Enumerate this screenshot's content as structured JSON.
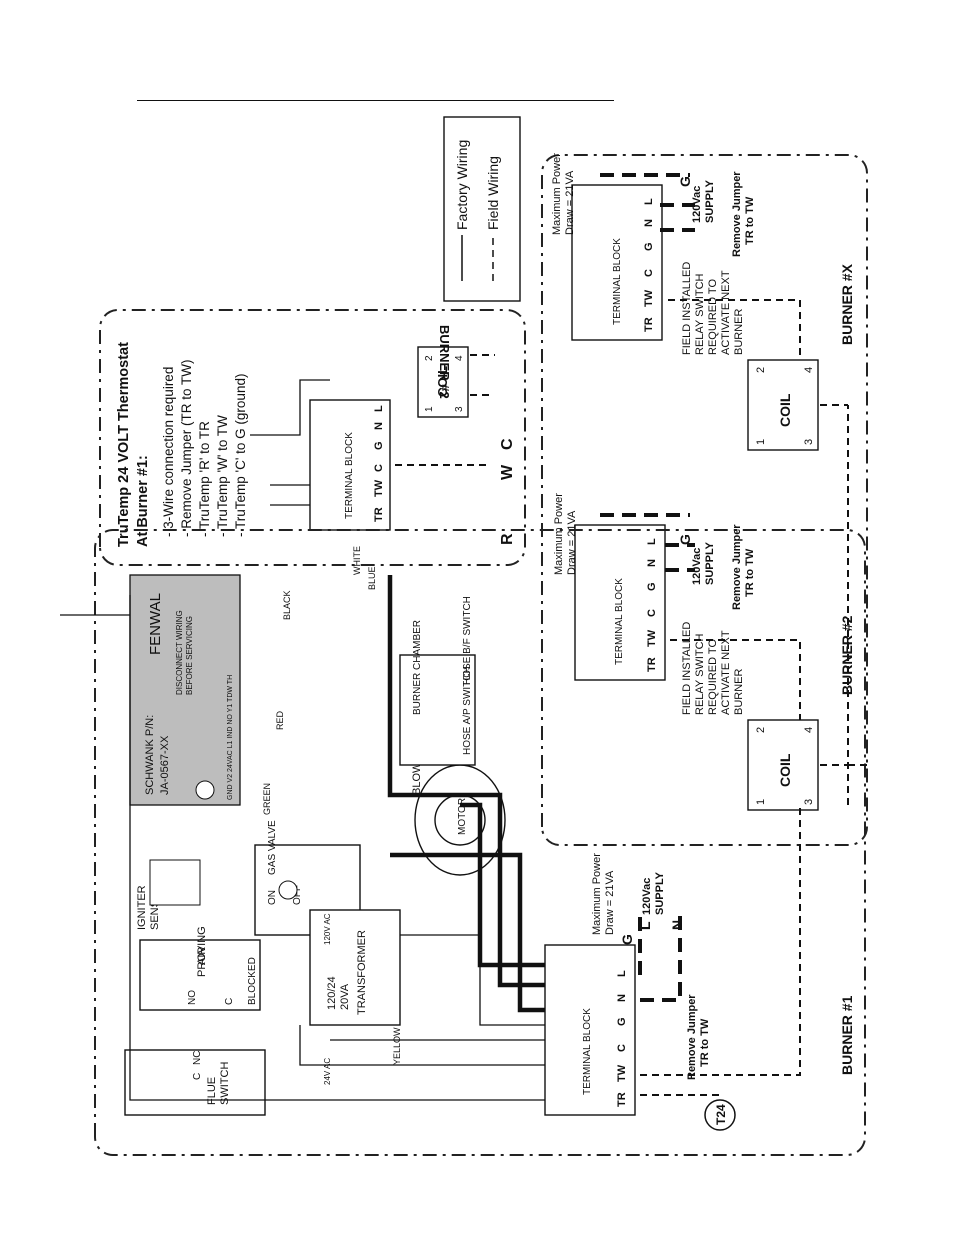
{
  "legend": {
    "factory": "Factory Wiring",
    "field": "Field Wiring"
  },
  "thermostat": {
    "title": "TruTemp 24 VOLT Thermostat",
    "at": "At Burner #1:",
    "lines": [
      "- 3-Wire connection required",
      "- Remove Jumper (TR to TW)",
      "- TruTemp 'R' to TR",
      "- TruTemp 'W' to TW",
      "- TruTemp 'C' to G (ground)"
    ],
    "r": "R",
    "w": "W",
    "c": "C",
    "burner2": "BURNER #2"
  },
  "terminal": {
    "label": "TERMINAL BLOCK",
    "tr": "TR",
    "tw": "TW",
    "c": "C",
    "g": "G",
    "n": "N",
    "l": "L"
  },
  "coil": {
    "label": "COIL",
    "t1": "1",
    "t2": "2",
    "t3": "3",
    "t4": "4"
  },
  "supply": {
    "max_power": "Maximum Power",
    "draw": "Draw = 21VA",
    "vac": "120Vac",
    "supply": "SUPPLY",
    "g": "G",
    "l": "L",
    "n": "N",
    "remove_jumper": "Remove Jumper",
    "tr_tw": "TR to TW"
  },
  "relay_note": [
    "FIELD INSTALLED",
    "RELAY SWITCH",
    "REQUIRED TO",
    "ACTIVATE NEXT",
    "BURNER"
  ],
  "burners": {
    "b1": "BURNER #1",
    "b2": "BURNER #2",
    "bx": "BURNER #X"
  },
  "burner1_parts": {
    "fenwal": "FENWAL",
    "disconnect": "DISCONNECT WIRING",
    "before": "BEFORE SERVICING",
    "schwank": "SCHWANK P/N:",
    "part_no": "JA-0567-XX",
    "pins": "GND V2 24VAC L1 IND NO Y1 TDW TH",
    "igniter": "IGNITER",
    "sensor": "SENSOR",
    "gas_valve": "GAS VALVE",
    "off": "OFF",
    "on": "ON",
    "transformer": "TRANSFORMER",
    "rating1": "120/24",
    "rating2": "20VA",
    "v120": "120V AC",
    "v24": "24V AC",
    "air": "AIR",
    "proving": "PROVING",
    "blocked": "BLOCKED",
    "flue": "FLUE",
    "switch": "SWITCH",
    "no": "NO",
    "nc": "NC",
    "c": "C",
    "blower": "BLOWER",
    "motor": "MOTOR",
    "burner_chamber": "BURNER CHAMBER",
    "hose_ap": "HOSE A/P SWITCH",
    "hose_bf": "HOSE B/F SWITCH",
    "t24": "T24",
    "wires": {
      "white": "WHITE",
      "blue": "BLUE",
      "black": "BLACK",
      "red": "RED",
      "green": "GREEN",
      "yellow": "YELLOW"
    }
  }
}
